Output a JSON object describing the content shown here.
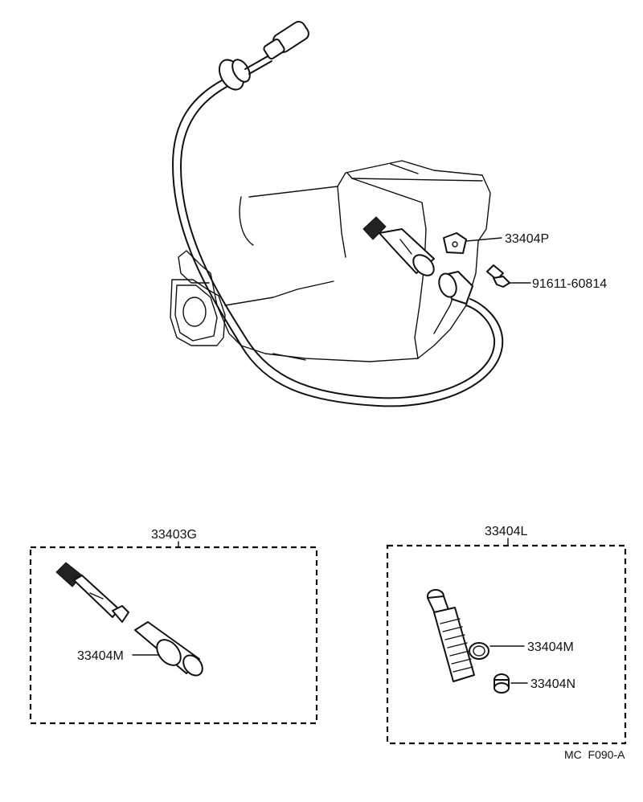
{
  "labels": {
    "gasket": "33404P",
    "bolt": "91611-60814",
    "driven_gear_kit": "33403G",
    "sleeve_left": "33404M",
    "seal_kit": "33404L",
    "oring_right": "33404M",
    "plug": "33404N"
  },
  "figure_code": "MC  F090-A"
}
